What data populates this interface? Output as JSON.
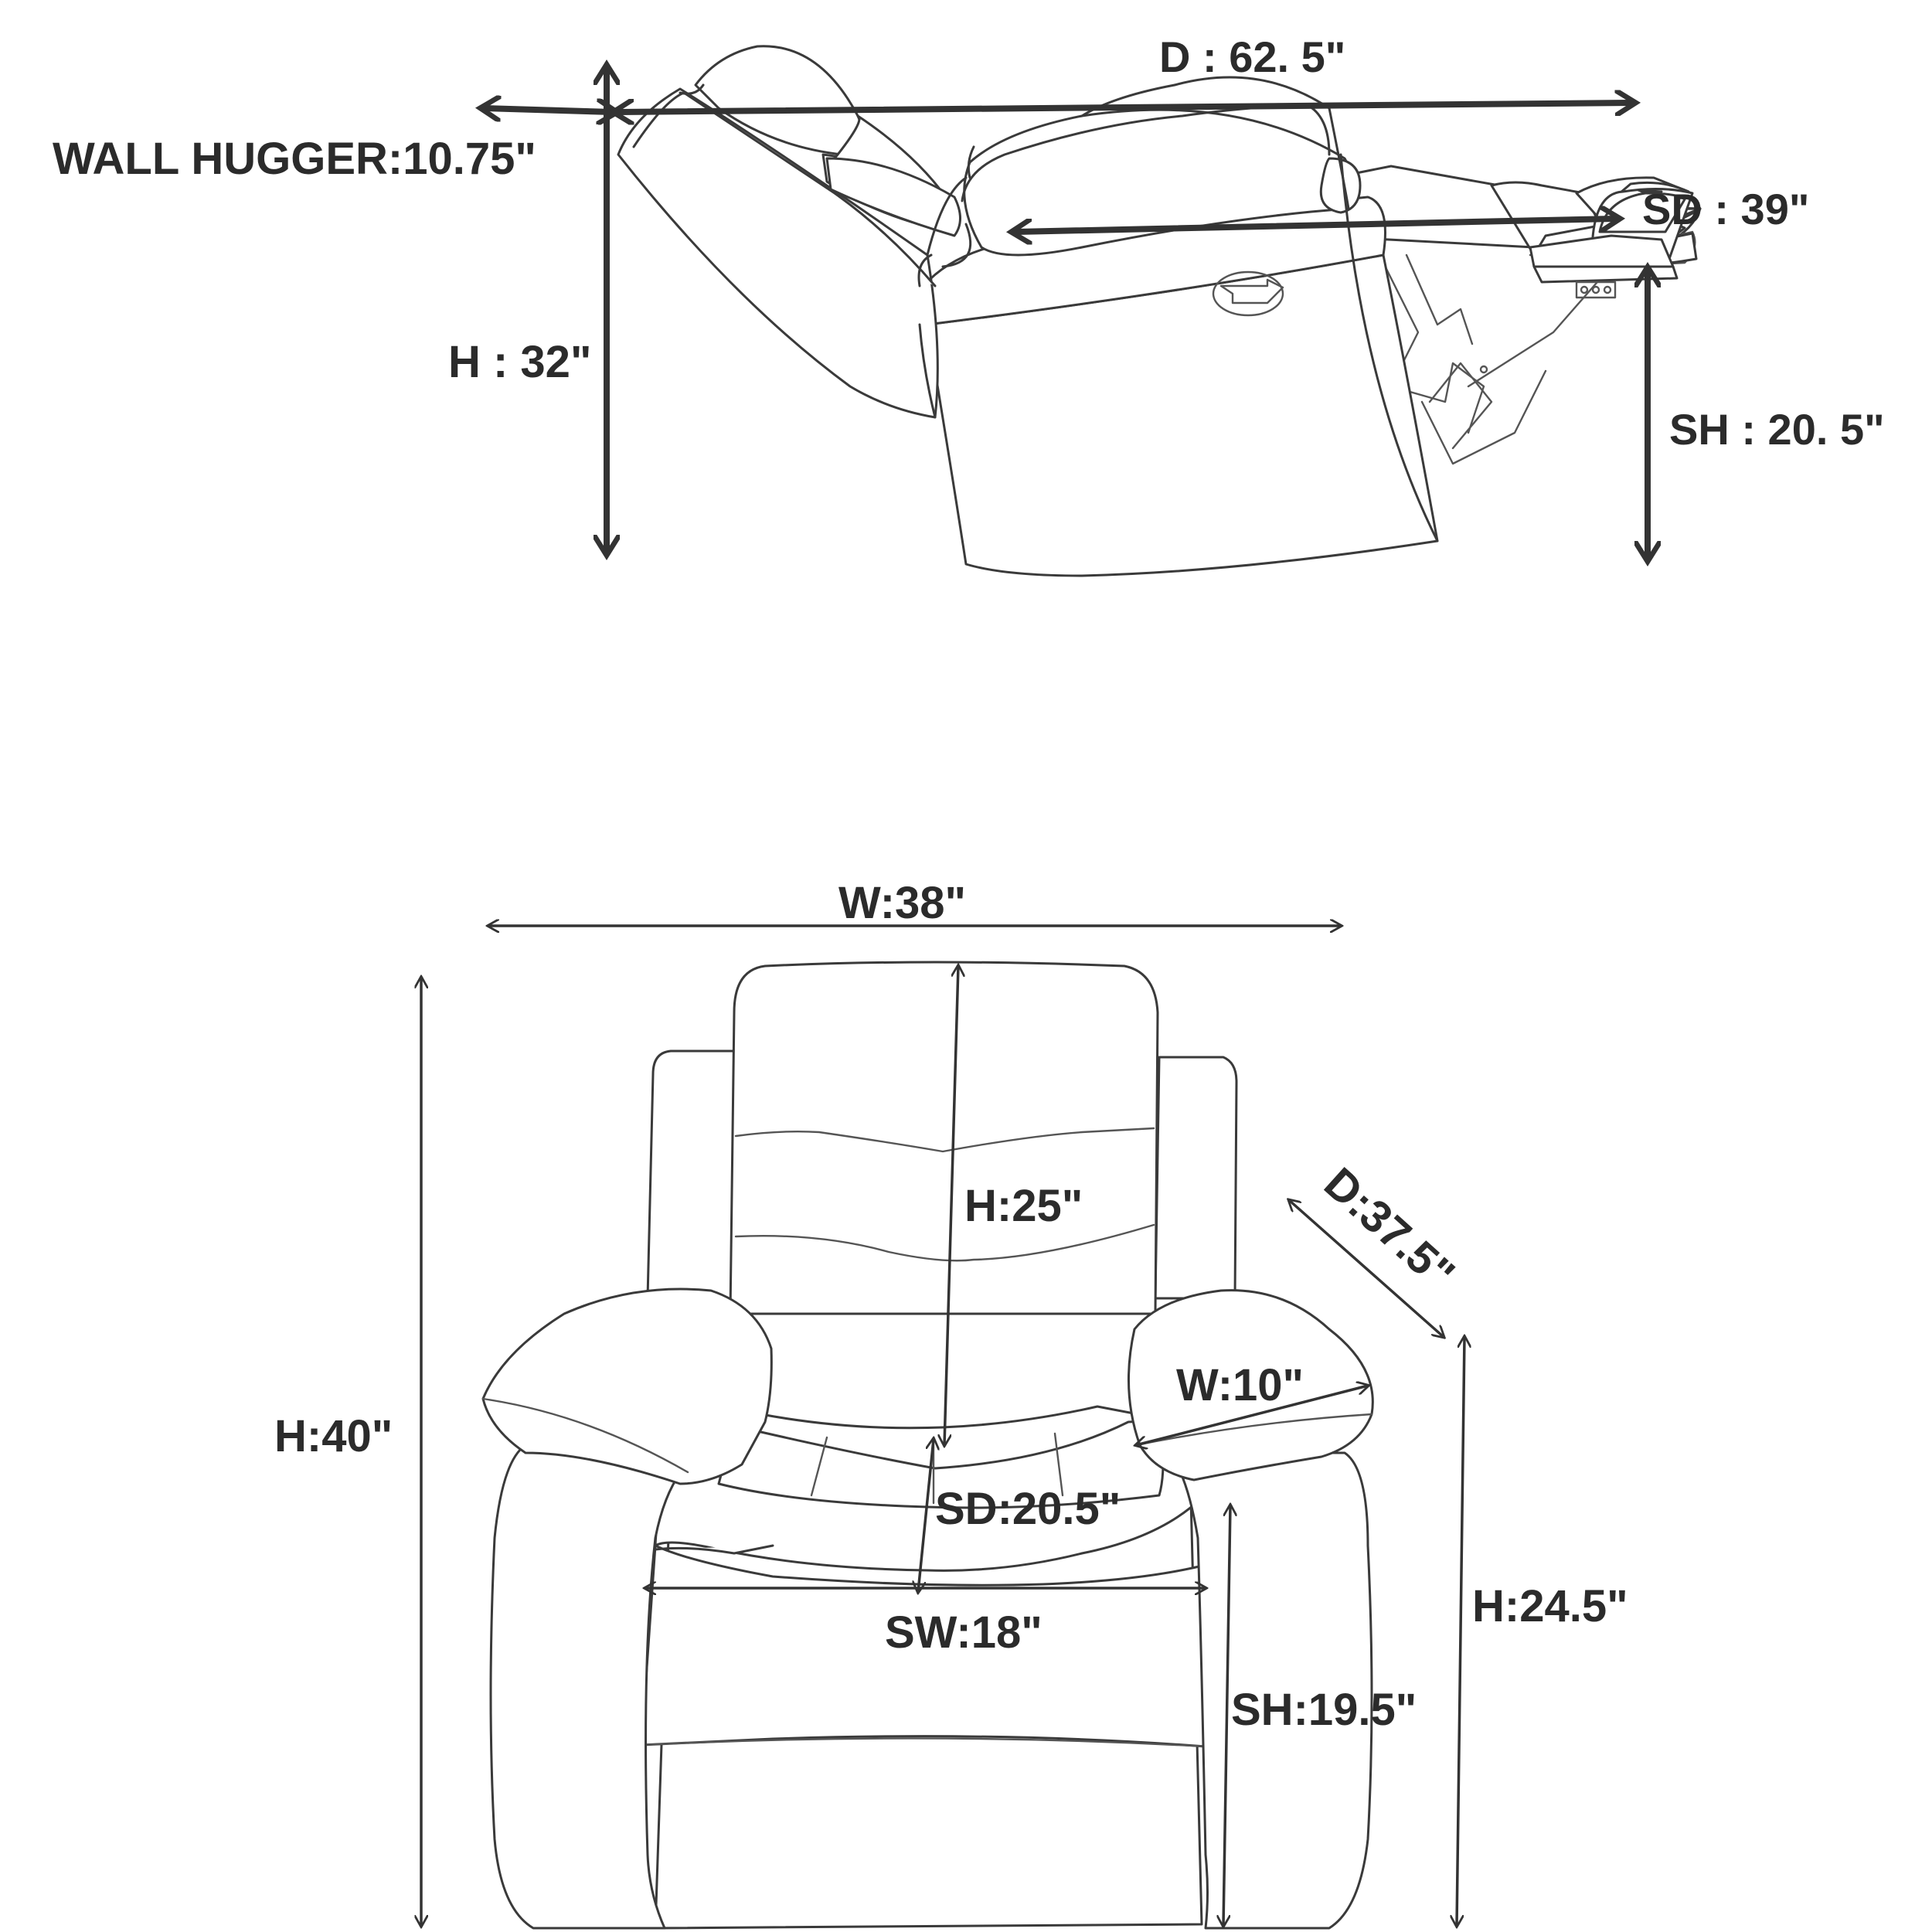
{
  "side_view": {
    "depth_label": "D : 62. 5\"",
    "wall_hugger_label": "WALL HUGGER:10.75\"",
    "seat_depth_label": "SD : 39\"",
    "height_label": "H : 32\"",
    "seat_height_label": "SH : 20. 5\""
  },
  "front_view": {
    "width_label": "W:38\"",
    "height_label": "H:40\"",
    "back_height_label": "H:25\"",
    "depth_label": "D:37.5\"",
    "arm_width_label": "W:10\"",
    "seat_depth_label": "SD:20.5\"",
    "arm_height_label": "H:24.5\"",
    "seat_width_label": "SW:18\"",
    "seat_height_label": "SH:19.5\""
  }
}
